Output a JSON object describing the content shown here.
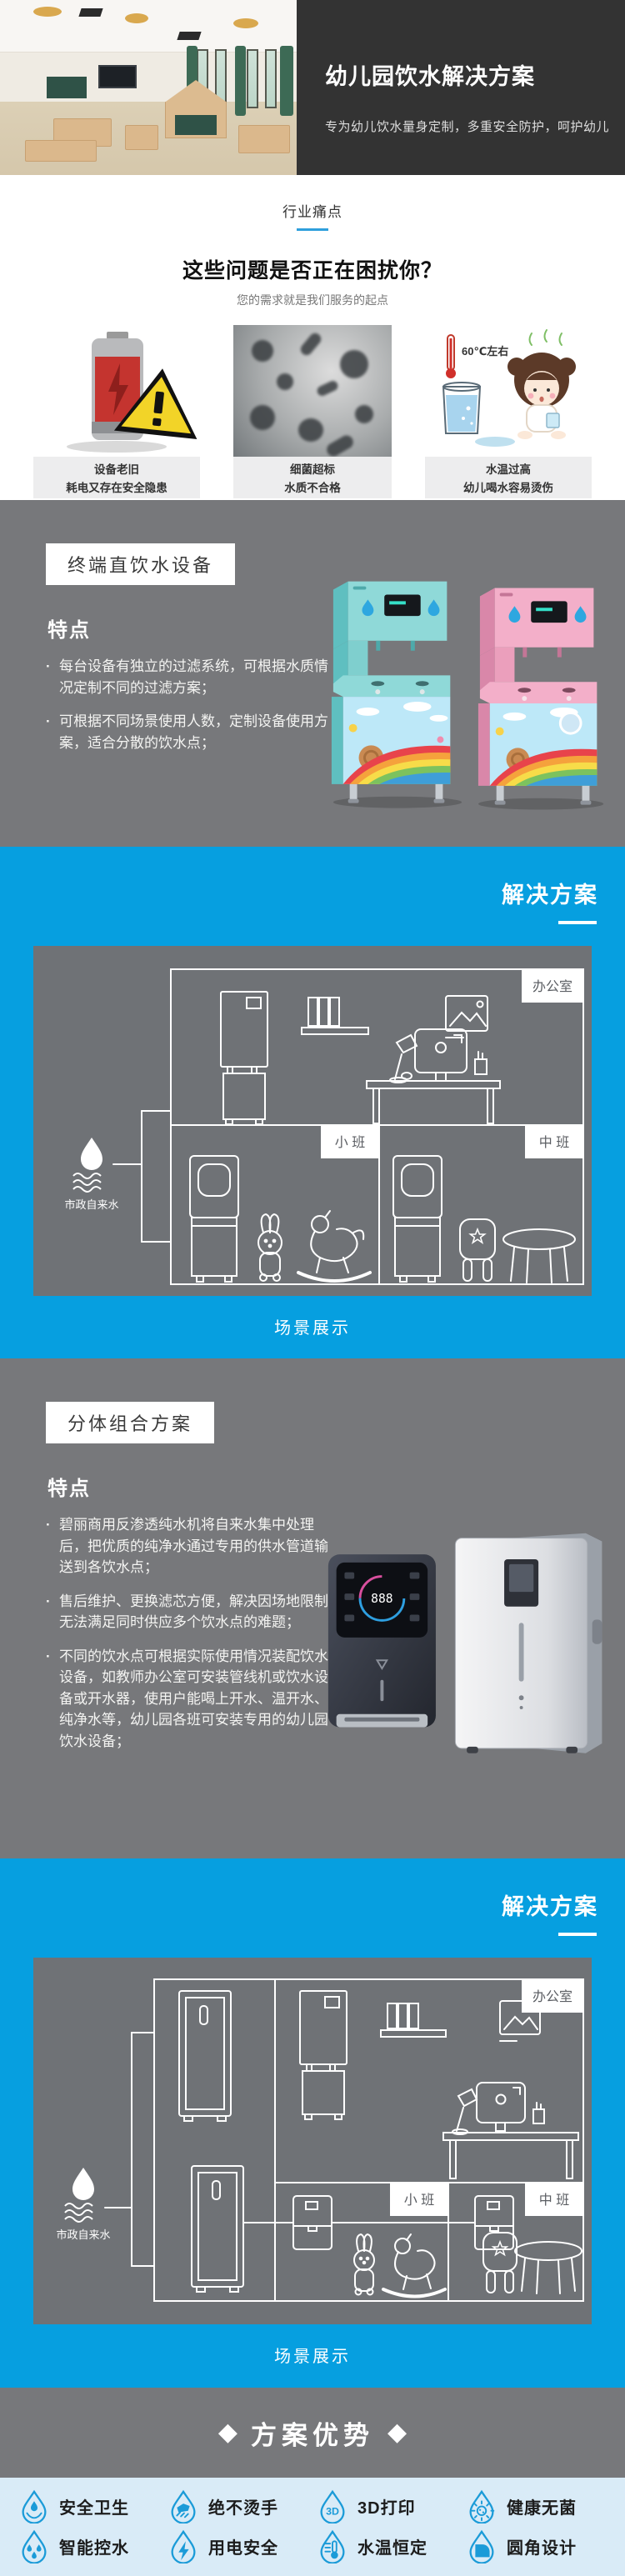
{
  "header": {
    "title": "幼儿园饮水解决方案",
    "subtitle": "专为幼儿饮水量身定制，多重安全防护，呵护幼儿"
  },
  "pain": {
    "tab": "行业痛点",
    "heading": "这些问题是否正在困扰你？",
    "subheading": "您的需求就是我们服务的起点",
    "temp_label": "60℃左右",
    "cards": [
      {
        "title": "设备老旧",
        "desc": "耗电又存在安全隐患"
      },
      {
        "title": "细菌超标",
        "desc": "水质不合格"
      },
      {
        "title": "水温过高",
        "desc": "幼儿喝水容易烫伤"
      }
    ]
  },
  "terminal": {
    "title": "终端直饮水设备",
    "features_heading": "特点",
    "bullets": [
      "每台设备有独立的过滤系统，可根据水质情况定制不同的过滤方案；",
      "可根据不同场景使用人数，定制设备使用方案，适合分散的饮水点；"
    ]
  },
  "split": {
    "title": "分体组合方案",
    "features_heading": "特点",
    "machine_display": "888",
    "bullets": [
      "碧丽商用反渗透纯水机将自来水集中处理后，把优质的纯净水通过专用的供水管道输送到各饮水点；",
      "售后维护、更换滤芯方便，解决因场地限制无法满足同时供应多个饮水点的难题；",
      "不同的饮水点可根据实际使用情况装配饮水设备，如教师办公室可安装管线机或饮水设备或开水器，使用户能喝上开水、温开水、纯净水等，幼儿园各班可安装专用的幼儿园饮水设备；"
    ]
  },
  "solution1": {
    "title": "解决方案",
    "caption": "场景展示"
  },
  "solution2": {
    "title": "解决方案",
    "caption": "场景展示"
  },
  "scene": {
    "office": "办公室",
    "small_class": "小 班",
    "middle_class": "中 班",
    "water_source": "市政自来水"
  },
  "advantages": {
    "diamond": "◆",
    "title": "方案优势",
    "items": [
      {
        "label": "安全卫生",
        "icon": "hygiene-drop-icon"
      },
      {
        "label": "绝不烫手",
        "icon": "no-scald-icon"
      },
      {
        "label": "3D打印",
        "icon": "3d-print-icon",
        "icon_text": "3D"
      },
      {
        "label": "健康无菌",
        "icon": "germ-free-icon"
      },
      {
        "label": "智能控水",
        "icon": "smart-water-icon"
      },
      {
        "label": "用电安全",
        "icon": "electric-safety-icon"
      },
      {
        "label": "水温恒定",
        "icon": "constant-temp-icon"
      },
      {
        "label": "圆角设计",
        "icon": "rounded-corner-icon"
      }
    ]
  },
  "colors": {
    "accent_blue": "#069fe0",
    "underline_blue": "#2e9fdc",
    "section_gray": "#77787b",
    "diagram_gray": "#6f7276",
    "header_dark": "#333333",
    "footer_light_blue": "#d9ebf7",
    "icon_blue": "#1b9bd8"
  }
}
